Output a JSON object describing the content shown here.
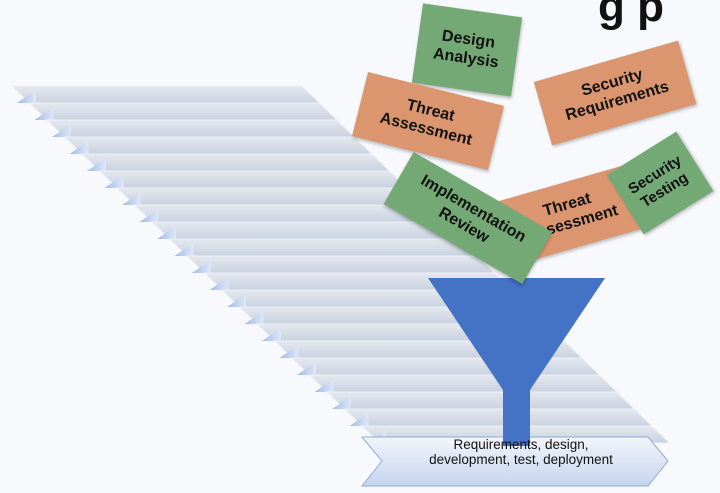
{
  "title_fragment": "g p",
  "activity_cards": [
    {
      "label": "Design\nAnalysis",
      "color": "#74a874"
    },
    {
      "label": "Security\nRequirements",
      "color": "#db9670"
    },
    {
      "label": "Threat\nAssessment",
      "color": "#db9670"
    },
    {
      "label": "Threat\nAssessment",
      "color": "#db9670"
    },
    {
      "label": "Security\nTesting",
      "color": "#74a874"
    },
    {
      "label": "Implementation\nReview",
      "color": "#74a874"
    }
  ],
  "funnel": {
    "color": "#4472c4"
  },
  "output_arrow": {
    "label": "Requirements,  design,\n development, test, deployment"
  },
  "colors": {
    "stairs": "#d6dde9",
    "stair_edge": "#b2c6e8",
    "output_fill_top": "#eef2f8",
    "output_fill_bottom": "#c5d4ee"
  }
}
